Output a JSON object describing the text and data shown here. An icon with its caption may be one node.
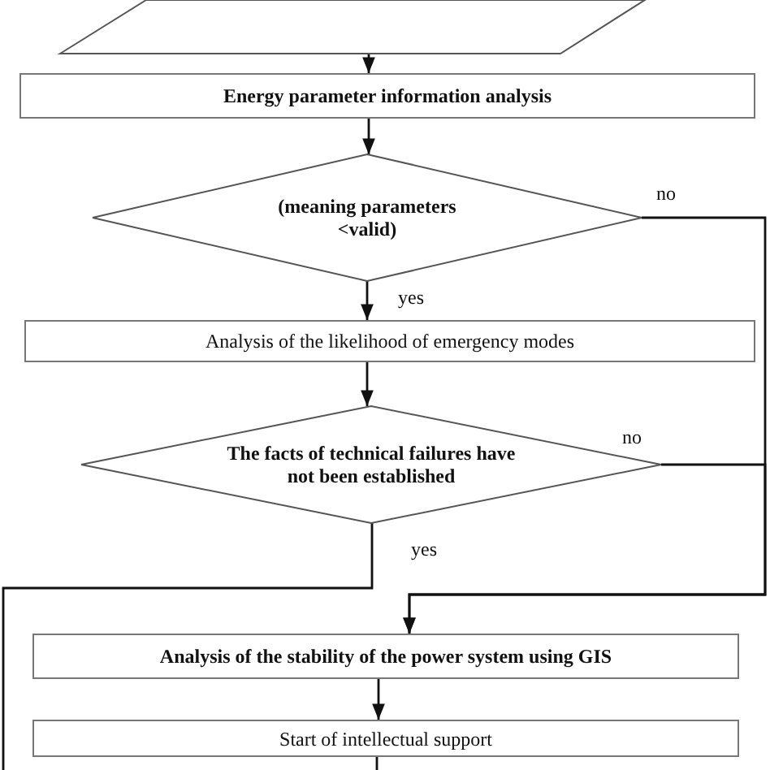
{
  "diagram": {
    "nodes": [
      {
        "text": [],
        "shape": "parallelogram"
      },
      {
        "text": [
          "Energy parameter information analysis"
        ]
      },
      {
        "text": [
          "(meaning parameters <valid)"
        ]
      },
      {
        "text": [
          "Analysis of the likelihood of emergency modes"
        ]
      },
      {
        "text": [
          "The facts of technical failures have not been established"
        ]
      },
      {
        "text": [
          "Analysis of the stability of the power system using GIS"
        ]
      },
      {
        "text": [
          "Start of intellectual support"
        ]
      }
    ],
    "edges": [
      {
        "from": 0,
        "to": 1,
        "arrow": "to"
      },
      {
        "from": 1,
        "to": 2,
        "arrow": "to"
      },
      {
        "from": 2,
        "to": 3,
        "arrow": "to",
        "label": "yes"
      },
      {
        "from": 3,
        "to": 4,
        "arrow": "to"
      },
      {
        "from": 2,
        "to": 5,
        "arrow": "to",
        "label": "no"
      },
      {
        "from": 4,
        "to": 5,
        "arrow": "to",
        "label": "no"
      },
      {
        "from": 4,
        "to": null,
        "arrow": "none",
        "label": "yes"
      },
      {
        "from": 5,
        "to": 6,
        "arrow": "to"
      },
      {
        "from": 6,
        "to": null,
        "arrow": "none"
      }
    ]
  }
}
